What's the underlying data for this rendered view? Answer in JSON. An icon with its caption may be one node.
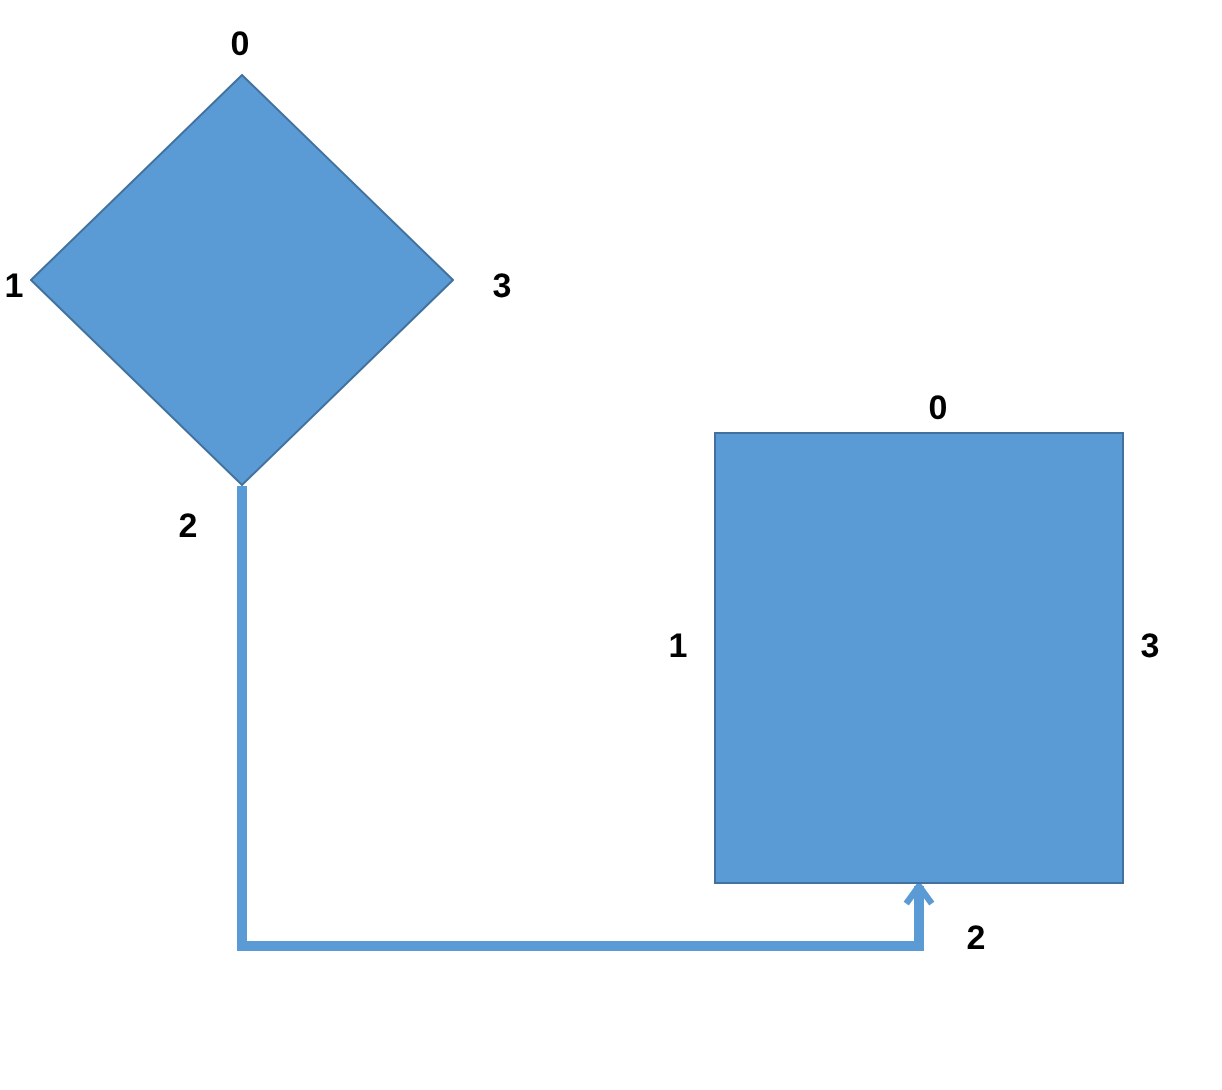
{
  "diagram": {
    "nodes": [
      {
        "text": [],
        "shape": "diamond",
        "beside": [
          "0",
          "1",
          "3",
          "2"
        ]
      },
      {
        "text": [],
        "shape": "box",
        "beside": [
          "0",
          "1",
          "3",
          "2"
        ]
      }
    ],
    "edges": [
      {
        "from": 0,
        "to": 1,
        "arrow": "to"
      }
    ]
  }
}
